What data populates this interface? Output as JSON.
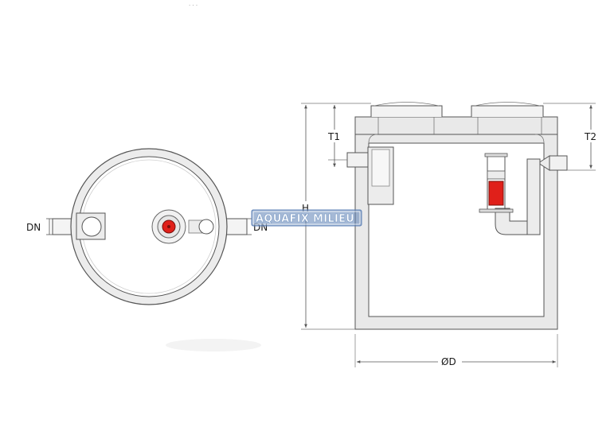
{
  "labels": {
    "dn_left": "DN",
    "dn_right": "DN",
    "t1": "T1",
    "t2": "T2",
    "h": "H",
    "d": "ØD",
    "watermark": "AQUAFIX MILIEU",
    "top_marks": "· · ·"
  },
  "colors": {
    "outline": "#555555",
    "wall_fill": "#e9e9e9",
    "inner_fill": "#ffffff",
    "pump_red": "#e0201a",
    "logo_blue": "#5b7fb5",
    "dim_line": "#555555"
  },
  "icons": {
    "pump": "pump-icon",
    "inlet": "inlet-pipe-icon",
    "outlet": "outlet-pipe-icon"
  }
}
